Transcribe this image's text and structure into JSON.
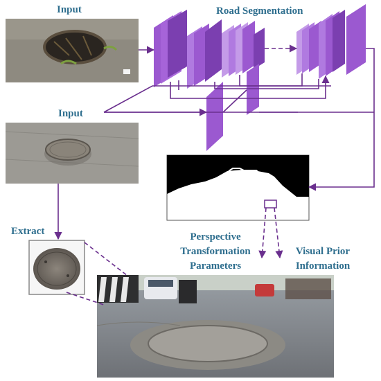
{
  "labels": {
    "input_top": "Input",
    "road_segmentation": "Road Segmentation",
    "input_mid": "Input",
    "extract": "Extract",
    "perspective_line1": "Perspective",
    "perspective_line2": "Transformation",
    "perspective_line3": "Parameters",
    "visual_prior_line1": "Visual Prior",
    "visual_prior_line2": "Information"
  },
  "images": {
    "input_pothole": "pothole-photo",
    "input_manhole": "manhole-photo",
    "extracted_cover": "manhole-cover-crop",
    "segmentation_mask": "road-segmentation-mask",
    "augmented_road": "road-scene-with-manhole"
  },
  "colors": {
    "label_text": "#2e6e8e",
    "arrow": "#6a2f8e",
    "layer_fill": "#9b59d0",
    "layer_dark": "#7b3fb0",
    "image_border": "#888888"
  }
}
